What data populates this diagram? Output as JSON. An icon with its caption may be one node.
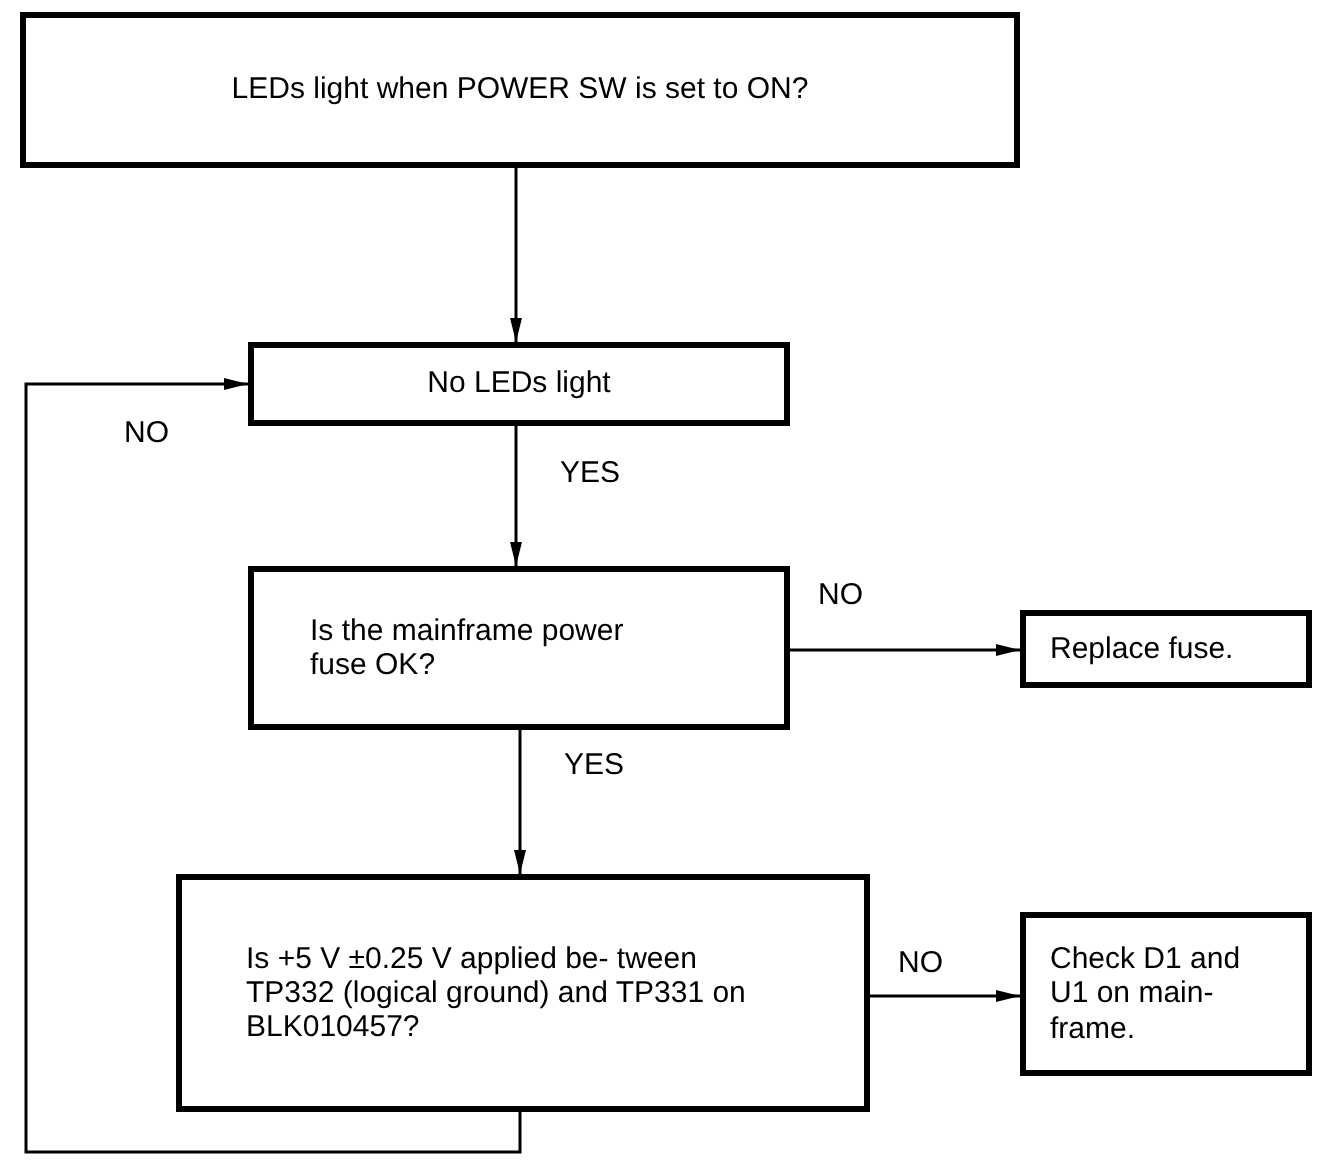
{
  "diagram": {
    "nodes": [
      {
        "text": [
          "LEDs light when POWER SW is set to ON?"
        ]
      },
      {
        "text": [
          "No LEDs light"
        ]
      },
      {
        "text": [
          "Is the mainframe power fuse OK?"
        ]
      },
      {
        "text": [
          "Replace fuse."
        ]
      },
      {
        "text": [
          "Is +5 V ±0.25 V applied be- tween TP332 (logical ground) and TP331 on BLK010457?"
        ]
      },
      {
        "text": [
          "Check D1 and U1 on main- frame."
        ]
      }
    ],
    "edges": [
      {
        "from": 0,
        "to": 1,
        "arrow": "to"
      },
      {
        "from": 1,
        "to": 2,
        "label": "YES",
        "arrow": "to"
      },
      {
        "from": 2,
        "to": 3,
        "label": "NO",
        "arrow": "to"
      },
      {
        "from": 2,
        "to": 4,
        "label": "YES",
        "arrow": "to"
      },
      {
        "from": 4,
        "to": 5,
        "label": "NO",
        "arrow": "to"
      },
      {
        "from": 4,
        "to": 1,
        "label": "NO",
        "arrow": "to"
      }
    ]
  }
}
